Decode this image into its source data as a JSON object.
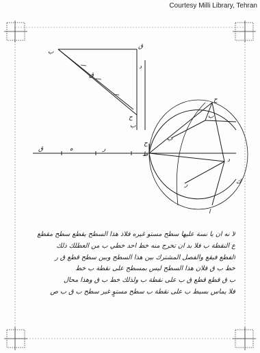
{
  "credit": "Courtesy Milli Library, Tehran",
  "manuscript": {
    "lines": [
      "لا نه ان يا نسة عليها سطح مستو غيره فلاذ هذا السطح يقطع سطح مقطع",
      "ع النقطة ب فلا بد ان تخرج منه خط احد خطي ب من العطلك ذلك",
      "الفطع فيقع والفصل المشترك بين هذا السطح وبين سطح قطع ق ر",
      "خط ب ق فلان هذا السطح ليس بمسطح على نقطة ب خط",
      "ب ق قطع قطع ق ب على نقطة ب ولذلك خط ب ق وهذا محال",
      "فلا يماس بسيط ب على نقطة ب سطح مستوٍ غير سطح ب ق ب ص"
    ]
  },
  "diagram_labels": [
    "ب",
    "ق",
    "د",
    "ح",
    "ب",
    "ق",
    "ه",
    "ر",
    "ح",
    "ب",
    "د",
    "ك",
    "ا",
    "ح",
    "ب",
    "ر",
    "ط",
    "ق"
  ]
}
